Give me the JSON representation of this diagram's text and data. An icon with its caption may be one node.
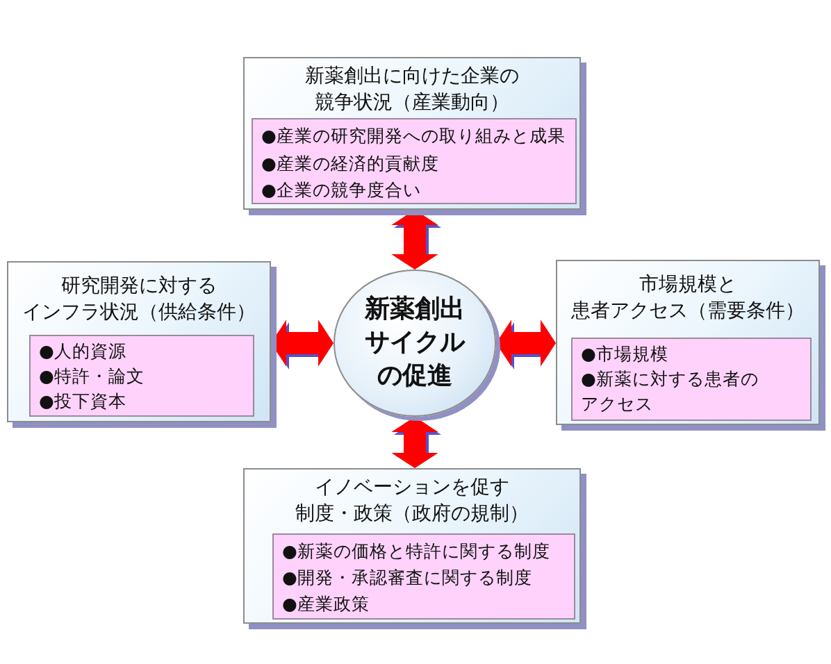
{
  "diagram": {
    "nodes": [
      {
        "text": [
          "新薬創出に向けた企業の競争状況（産業動向）"
        ]
      },
      {
        "text": [
          "●産業の研究開発への取り組みと成果",
          "●産業の経済的貢献度",
          "●企業の競争度合い"
        ],
        "in": 0
      },
      {
        "text": [
          "研究開発に対するインフラ状況（供給条件）"
        ]
      },
      {
        "text": [
          "●人的資源",
          "●特許・論文",
          "●投下資本"
        ],
        "in": 2
      },
      {
        "text": [
          "新薬創出サイクルの促進"
        ]
      },
      {
        "text": [
          "市場規模と患者アクセス（需要条件）"
        ]
      },
      {
        "text": [
          "●市場規模",
          "●新薬に対する患者のアクセス"
        ],
        "in": 5
      },
      {
        "text": [
          "イノベーションを促す制度・政策（政府の規制）"
        ]
      },
      {
        "text": [
          "●新薬の価格と特許に関する制度",
          "●開発・承認審査に関する制度",
          "●産業政策"
        ],
        "in": 7
      }
    ],
    "edges": [
      {
        "from": 4,
        "to": 0,
        "arrow": "both"
      },
      {
        "from": 4,
        "to": 2,
        "arrow": "both"
      },
      {
        "from": 4,
        "to": 5,
        "arrow": "both"
      },
      {
        "from": 4,
        "to": 7,
        "arrow": "both"
      }
    ]
  }
}
